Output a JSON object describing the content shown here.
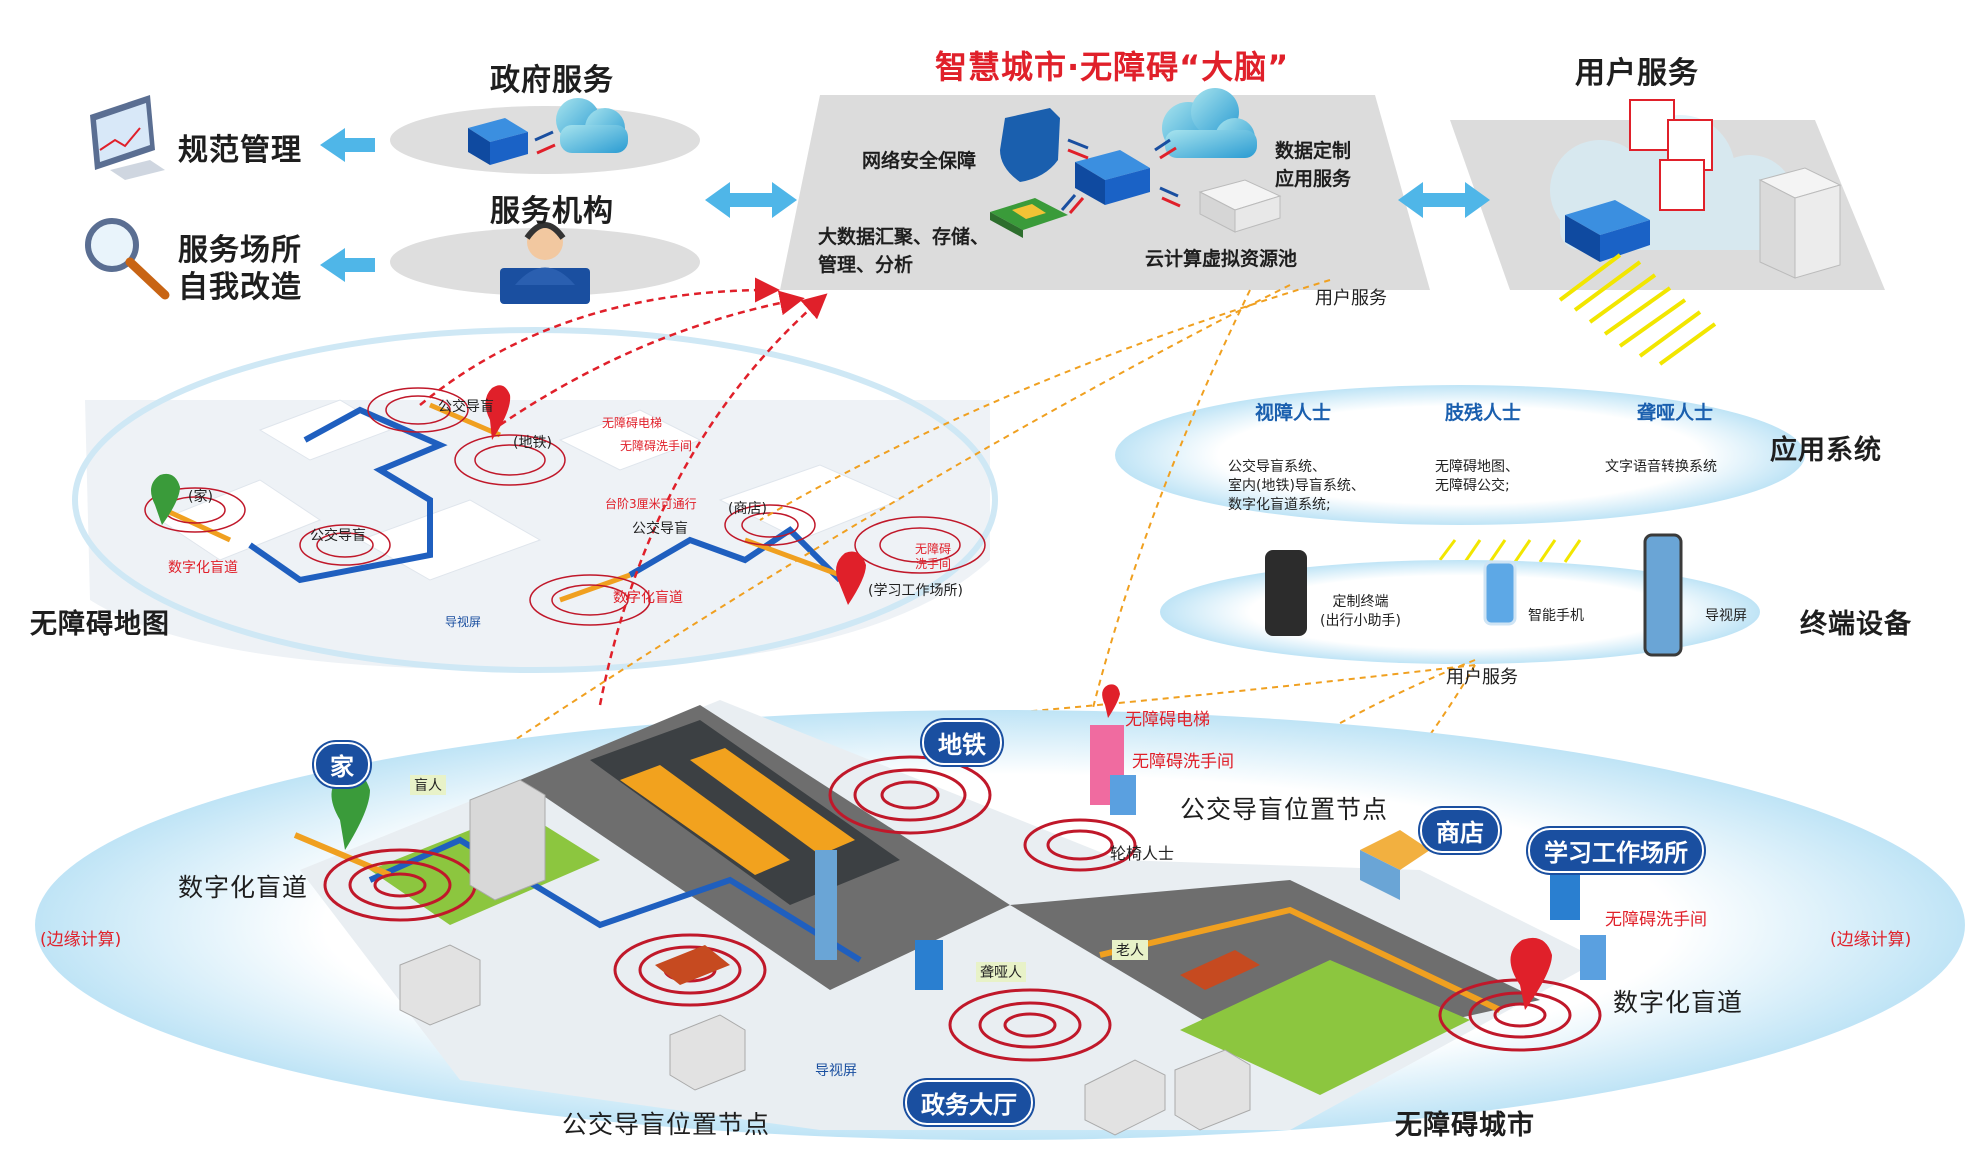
{
  "top": {
    "left": {
      "gov_service": "政府服务",
      "service_org": "服务机构",
      "norm_mgmt": "规范管理",
      "venue_reform_line1": "服务场所",
      "venue_reform_line2": "自我改造"
    },
    "brain": {
      "title": "智慧城市·无障碍“大脑”",
      "network_security": "网络安全保障",
      "data_custom_line1": "数据定制",
      "data_custom_line2": "应用服务",
      "bigdata_line1": "大数据汇聚、存储、",
      "bigdata_line2": "管理、分析",
      "cloud_pool": "云计算虚拟资源池",
      "user_service": "用户服务"
    },
    "right": {
      "title": "用户服务"
    }
  },
  "map": {
    "title": "无障碍地图",
    "labels": {
      "bus_guide_top": "公交导盲",
      "subway": "(地铁)",
      "elevator": "无障碍电梯",
      "toilet": "无障碍洗手间",
      "home": "(家)",
      "bus_guide_mid": "公交导盲",
      "stairs": "台阶3厘米可通行",
      "shop": "(商店)",
      "bus_guide_right": "公交导盲",
      "toilet_right_line1": "无障碍",
      "toilet_right_line2": "洗手间",
      "tactile_left": "数字化盲道",
      "tactile_mid": "数字化盲道",
      "work": "(学习工作场所)",
      "screen": "导视屏"
    }
  },
  "apps": {
    "title": "应用系统",
    "groups": [
      {
        "name": "视障人士",
        "desc": "公交导盲系统、\n室内(地铁)导盲系统、\n数字化盲道系统;"
      },
      {
        "name": "肢残人士",
        "desc": "无障碍地图、\n无障碍公交;"
      },
      {
        "name": "聋哑人士",
        "desc": "文字语音转换系统"
      }
    ]
  },
  "devices": {
    "title": "终端设备",
    "items": [
      {
        "name": "定制终端\n(出行小助手)"
      },
      {
        "name": "智能手机"
      },
      {
        "name": "导视屏"
      }
    ],
    "user_service": "用户服务"
  },
  "city": {
    "title": "无障碍城市",
    "labels": {
      "home": "家",
      "blind": "盲人",
      "tactile_left": "数字化盲道",
      "edge_left": "(边缘计算)",
      "edge_right": "(边缘计算)",
      "subway": "地铁",
      "elevator": "无障碍电梯",
      "toilet": "无障碍洗手间",
      "bus_node_top": "公交导盲位置节点",
      "wheelchair": "轮椅人士",
      "shop": "商店",
      "work": "学习工作场所",
      "toilet_right": "无障碍洗手间",
      "elder": "老人",
      "deaf": "聋哑人",
      "tactile_right": "数字化盲道",
      "screen": "导视屏",
      "gov_hall": "政务大厅",
      "bus_node_bottom": "公交导盲位置节点"
    }
  },
  "colors": {
    "brand_red": "#e0202a",
    "brand_blue": "#1a4fa0",
    "arrow_cyan": "#4fb6e8",
    "route_blue": "#1f5fbf",
    "tactile_orange": "#f0a020",
    "ring_red": "#c0182a",
    "yellow_ray": "#f2e600"
  }
}
